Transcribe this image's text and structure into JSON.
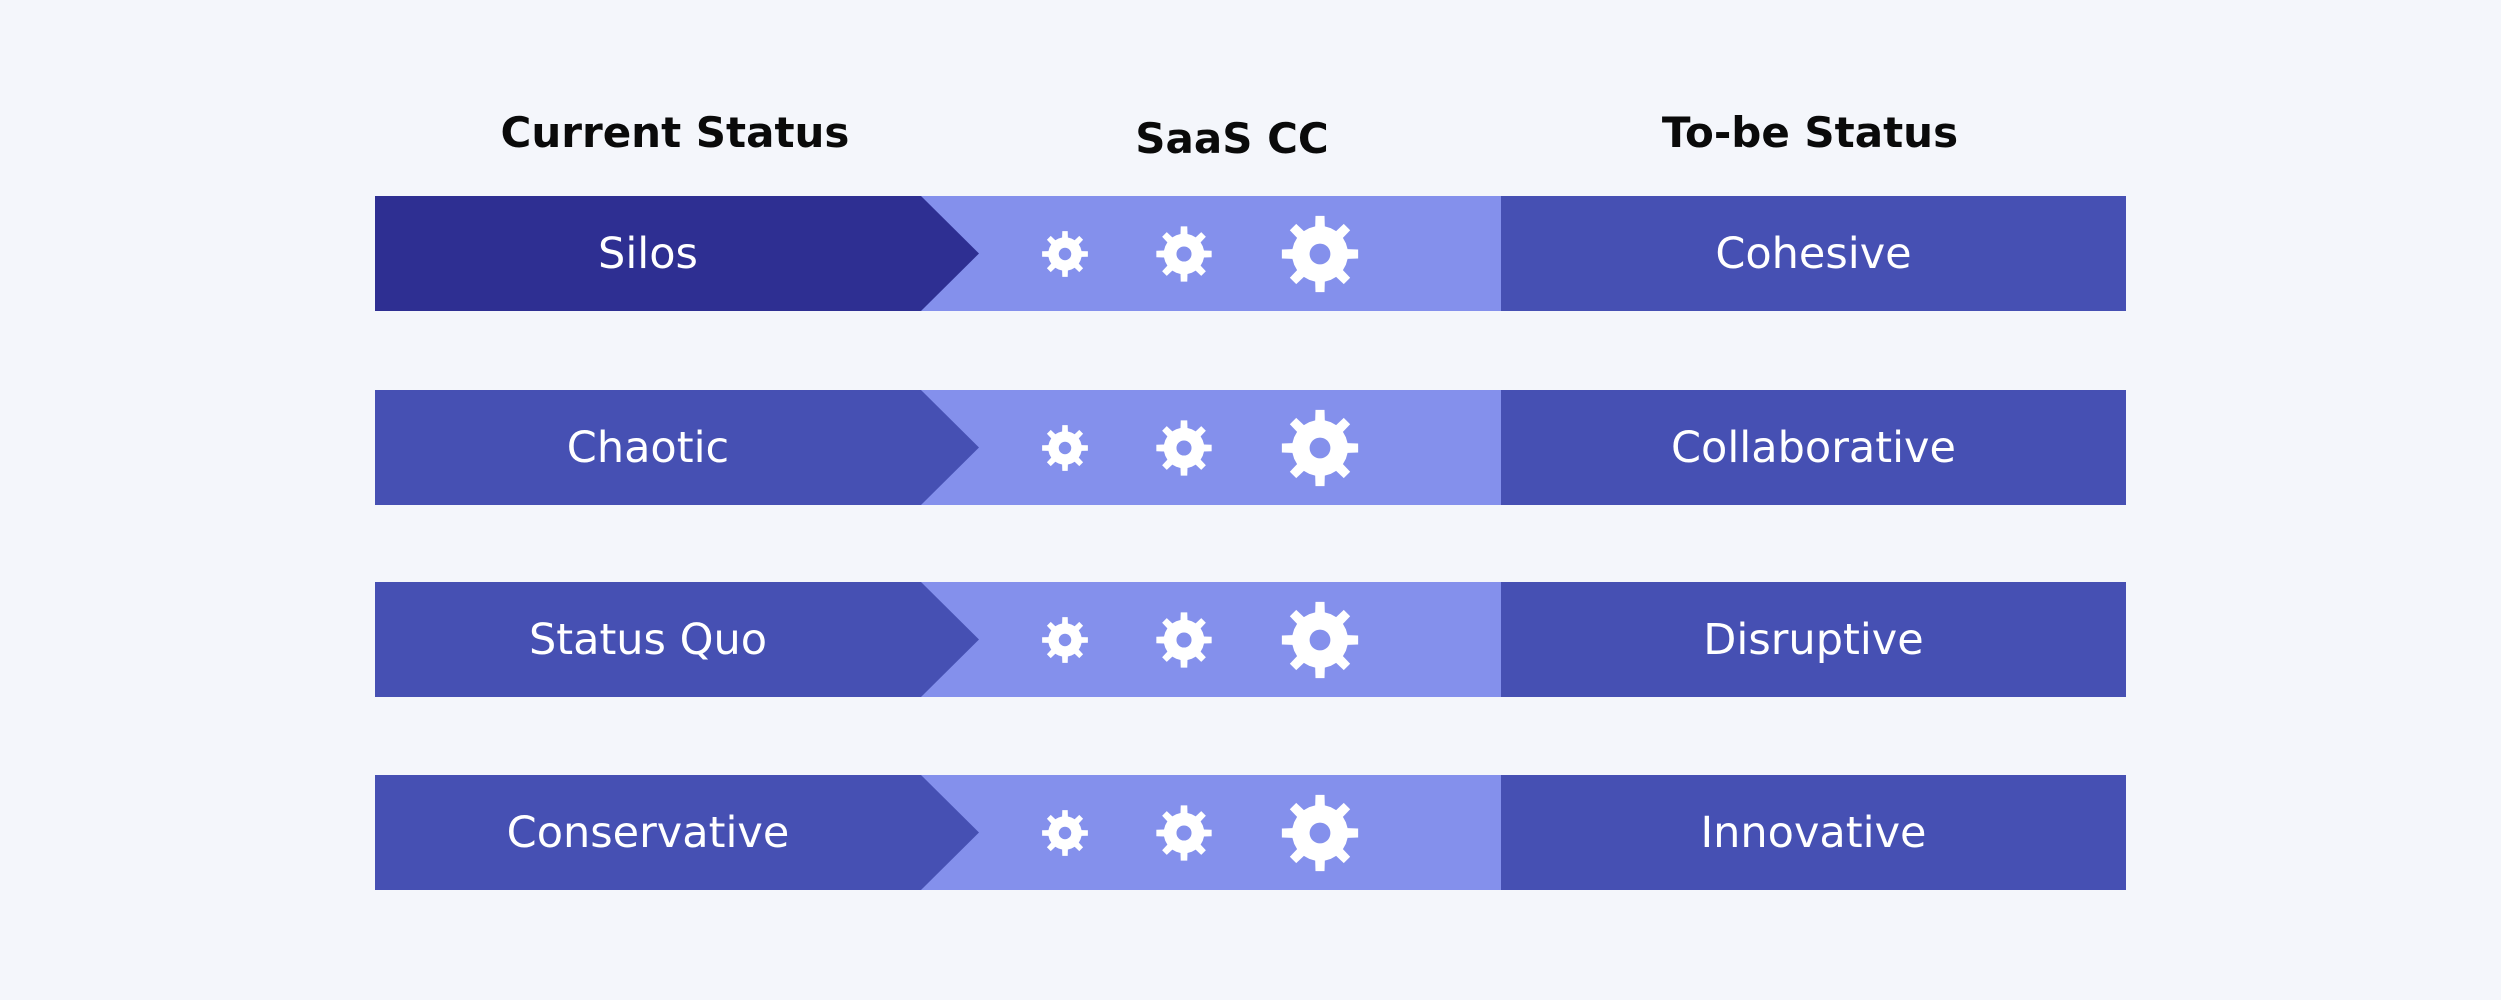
{
  "headers": {
    "current": "Current Status",
    "middle": "SaaS CC",
    "tobe": "To-be Status"
  },
  "colors": {
    "background": "#f4f6fb",
    "current_first": "#2e2f92",
    "current_other": "#4650b3",
    "middle": "#8490ec",
    "tobe": "#4650b3",
    "text": "#ffffff",
    "gear": "#ffffff"
  },
  "icons": {
    "middle": "gear-icon"
  },
  "rows": [
    {
      "current": "Silos",
      "tobe": "Cohesive"
    },
    {
      "current": "Chaotic",
      "tobe": "Collaborative"
    },
    {
      "current": "Status Quo",
      "tobe": "Disruptive"
    },
    {
      "current": "Conservative",
      "tobe": "Innovative"
    }
  ]
}
